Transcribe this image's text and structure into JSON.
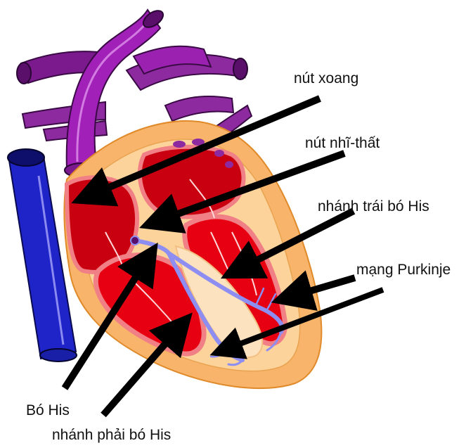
{
  "labels": {
    "sa_node": "nút xoang",
    "av_node": "nút nhĩ-thất",
    "left_bundle_branch": "nhánh trái bó His",
    "purkinje": "mạng Purkinje",
    "bundle_of_his": "Bó His",
    "right_bundle_branch": "nhánh phải bó His"
  },
  "colors": {
    "aorta_purple": "#8b1f9e",
    "aorta_highlight": "#c04fd0",
    "vena_cava_blue": "#1f1fcf",
    "heart_outer": "#f7b46a",
    "heart_inner": "#fcd39b",
    "chamber_red": "#e60012",
    "chamber_dark": "#b5000e",
    "myocardium_pink": "#f07f86",
    "conduction_blue": "#8d8df2",
    "arrow": "#000000"
  }
}
